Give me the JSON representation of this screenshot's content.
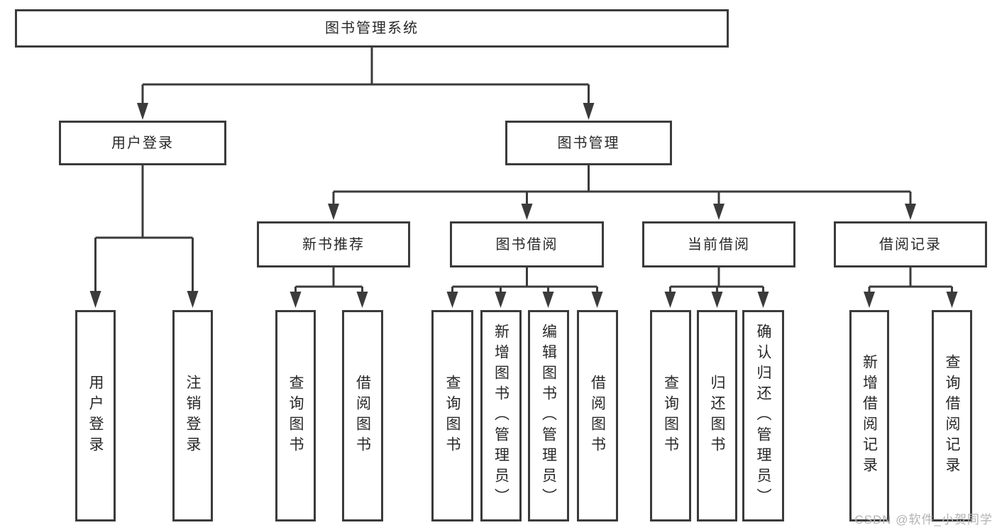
{
  "colors": {
    "line": "#3b3b3b",
    "text": "#282828",
    "watermark": "#b4b2b2",
    "background": "#ffffff"
  },
  "watermark": "CSDN @软件_小贺同学",
  "hierarchy": {
    "label": "图书管理系统",
    "children": [
      {
        "label": "用户登录",
        "children": [
          {
            "label": "用户登录"
          },
          {
            "label": "注销登录"
          }
        ]
      },
      {
        "label": "图书管理",
        "children": [
          {
            "label": "新书推荐",
            "children": [
              {
                "label": "查询图书"
              },
              {
                "label": "借阅图书"
              }
            ]
          },
          {
            "label": "图书借阅",
            "children": [
              {
                "label": "查询图书"
              },
              {
                "label": "新增图书（管理员）"
              },
              {
                "label": "编辑图书（管理员）"
              },
              {
                "label": "借阅图书"
              }
            ]
          },
          {
            "label": "当前借阅",
            "children": [
              {
                "label": "查询图书"
              },
              {
                "label": "归还图书"
              },
              {
                "label": "确认归还（管理员）"
              }
            ]
          },
          {
            "label": "借阅记录",
            "children": [
              {
                "label": "新增借阅记录"
              },
              {
                "label": "查询借阅记录"
              }
            ]
          }
        ]
      }
    ]
  }
}
